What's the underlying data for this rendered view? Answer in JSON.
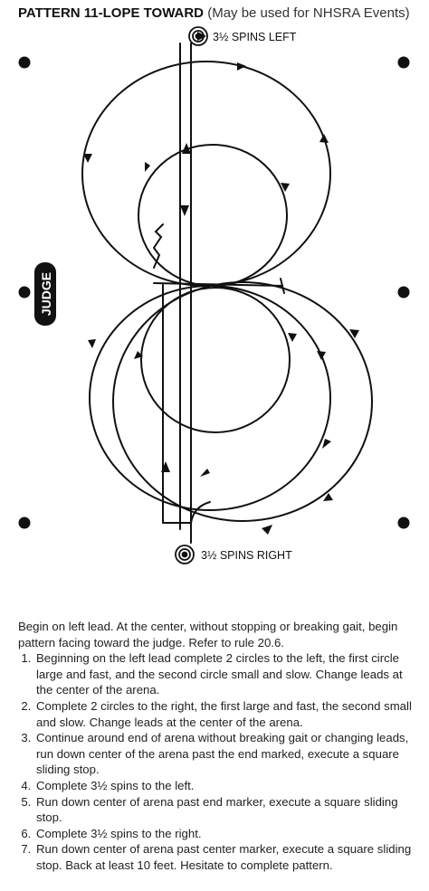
{
  "title": {
    "main": "PATTERN 11-LOPE TOWARD",
    "sub": "(May be used for NHSRA Events)"
  },
  "diagram": {
    "top_marker_label": "3½ SPINS LEFT",
    "bottom_marker_label": "3½ SPINS RIGHT",
    "judge_label": "JUDGE"
  },
  "description": {
    "intro": "Begin on left lead. At the center, without stopping or breaking gait, begin pattern facing toward the judge. Refer to rule 20.6.",
    "steps": [
      "Beginning on the left lead complete 2 circles to the left, the first circle large and fast, and the second circle small and slow. Change leads at the center of the arena.",
      "Complete 2 circles to the right, the first large and fast, the second small and slow. Change leads at the center of the arena.",
      "Continue around end of arena without breaking gait or changing leads, run down center of the arena past the end marked, execute a square sliding stop.",
      "Complete 3½ spins to the left.",
      "Run down center of arena past end marker, execute a square sliding stop.",
      "Complete 3½ spins to the right.",
      "Run down center of arena past center marker, execute a square sliding stop. Back at least 10 feet. Hesitate to complete pattern."
    ]
  }
}
